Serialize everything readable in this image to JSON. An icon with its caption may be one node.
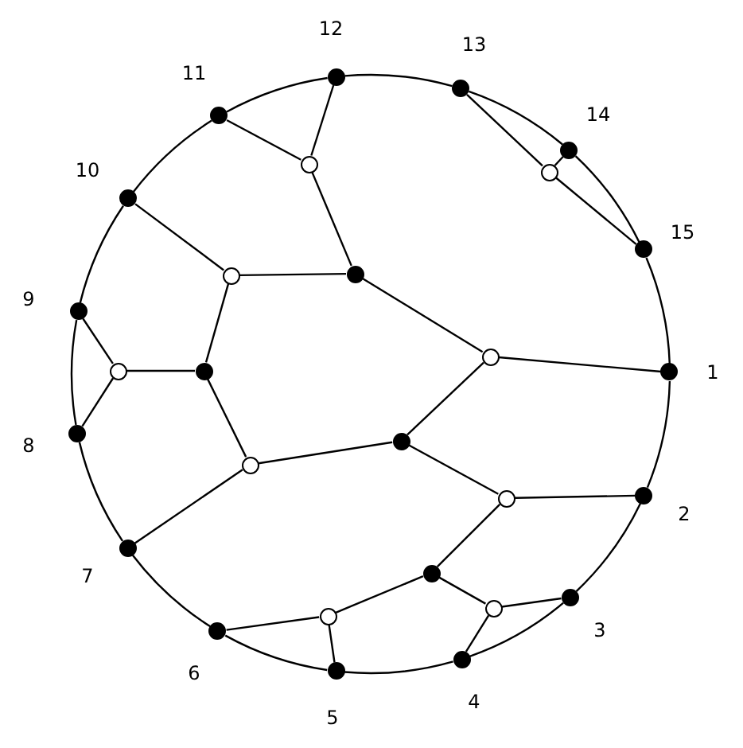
{
  "diagram": {
    "nodes": [
      {
        "text": [],
        "shape": "dot",
        "beside": [
          "1"
        ]
      },
      {
        "text": [],
        "shape": "dot",
        "beside": [
          "2"
        ]
      },
      {
        "text": [],
        "shape": "dot",
        "beside": [
          "3"
        ]
      },
      {
        "text": [],
        "shape": "dot",
        "beside": [
          "4"
        ]
      },
      {
        "text": [],
        "shape": "dot",
        "beside": [
          "5"
        ]
      },
      {
        "text": [],
        "shape": "dot",
        "beside": [
          "6"
        ]
      },
      {
        "text": [],
        "shape": "dot",
        "beside": [
          "7"
        ]
      },
      {
        "text": [],
        "shape": "dot",
        "beside": [
          "8"
        ]
      },
      {
        "text": [],
        "shape": "dot",
        "beside": [
          "9"
        ]
      },
      {
        "text": [],
        "shape": "dot",
        "beside": [
          "10"
        ]
      },
      {
        "text": [],
        "shape": "dot",
        "beside": [
          "11"
        ]
      },
      {
        "text": [],
        "shape": "dot",
        "beside": [
          "12"
        ]
      },
      {
        "text": [],
        "shape": "dot",
        "beside": [
          "13"
        ]
      },
      {
        "text": [],
        "shape": "dot",
        "beside": [
          "14"
        ]
      },
      {
        "text": [],
        "shape": "dot",
        "beside": [
          "15"
        ]
      },
      {
        "text": [],
        "shape": "circle"
      },
      {
        "text": [],
        "shape": "dot"
      },
      {
        "text": [],
        "shape": "circle"
      },
      {
        "text": [],
        "shape": "circle"
      },
      {
        "text": [],
        "shape": "dot"
      },
      {
        "text": [],
        "shape": "circle"
      },
      {
        "text": [],
        "shape": "circle"
      },
      {
        "text": [],
        "shape": "dot"
      },
      {
        "text": [],
        "shape": "circle"
      },
      {
        "text": [],
        "shape": "dot"
      },
      {
        "text": [],
        "shape": "circle"
      },
      {
        "text": [],
        "shape": "circle"
      },
      {
        "text": [],
        "shape": "circle"
      }
    ],
    "edges": [
      {
        "from": 0,
        "to": 1,
        "arrow": "none"
      },
      {
        "from": 1,
        "to": 2,
        "arrow": "none"
      },
      {
        "from": 2,
        "to": 3,
        "arrow": "none"
      },
      {
        "from": 3,
        "to": 4,
        "arrow": "none"
      },
      {
        "from": 4,
        "to": 5,
        "arrow": "none"
      },
      {
        "from": 5,
        "to": 6,
        "arrow": "none"
      },
      {
        "from": 6,
        "to": 7,
        "arrow": "none"
      },
      {
        "from": 7,
        "to": 8,
        "arrow": "none"
      },
      {
        "from": 8,
        "to": 9,
        "arrow": "none"
      },
      {
        "from": 9,
        "to": 10,
        "arrow": "none"
      },
      {
        "from": 10,
        "to": 11,
        "arrow": "none"
      },
      {
        "from": 11,
        "to": 12,
        "arrow": "none"
      },
      {
        "from": 12,
        "to": 13,
        "arrow": "none"
      },
      {
        "from": 13,
        "to": 14,
        "arrow": "none"
      },
      {
        "from": 14,
        "to": 0,
        "arrow": "none"
      },
      {
        "from": 10,
        "to": 15,
        "arrow": "none"
      },
      {
        "from": 11,
        "to": 15,
        "arrow": "none"
      },
      {
        "from": 15,
        "to": 16,
        "arrow": "none"
      },
      {
        "from": 9,
        "to": 17,
        "arrow": "none"
      },
      {
        "from": 17,
        "to": 16,
        "arrow": "none"
      },
      {
        "from": 16,
        "to": 18,
        "arrow": "none"
      },
      {
        "from": 18,
        "to": 0,
        "arrow": "none"
      },
      {
        "from": 17,
        "to": 19,
        "arrow": "none"
      },
      {
        "from": 19,
        "to": 20,
        "arrow": "none"
      },
      {
        "from": 20,
        "to": 8,
        "arrow": "none"
      },
      {
        "from": 20,
        "to": 7,
        "arrow": "none"
      },
      {
        "from": 19,
        "to": 21,
        "arrow": "none"
      },
      {
        "from": 21,
        "to": 6,
        "arrow": "none"
      },
      {
        "from": 21,
        "to": 22,
        "arrow": "none"
      },
      {
        "from": 22,
        "to": 18,
        "arrow": "none"
      },
      {
        "from": 22,
        "to": 23,
        "arrow": "none"
      },
      {
        "from": 23,
        "to": 1,
        "arrow": "none"
      },
      {
        "from": 23,
        "to": 24,
        "arrow": "none"
      },
      {
        "from": 24,
        "to": 25,
        "arrow": "none"
      },
      {
        "from": 25,
        "to": 2,
        "arrow": "none"
      },
      {
        "from": 25,
        "to": 3,
        "arrow": "none"
      },
      {
        "from": 24,
        "to": 26,
        "arrow": "none"
      },
      {
        "from": 26,
        "to": 5,
        "arrow": "none"
      },
      {
        "from": 26,
        "to": 4,
        "arrow": "none"
      },
      {
        "from": 12,
        "to": 27,
        "arrow": "none"
      },
      {
        "from": 27,
        "to": 13,
        "arrow": "none"
      },
      {
        "from": 27,
        "to": 14,
        "arrow": "none"
      }
    ]
  }
}
